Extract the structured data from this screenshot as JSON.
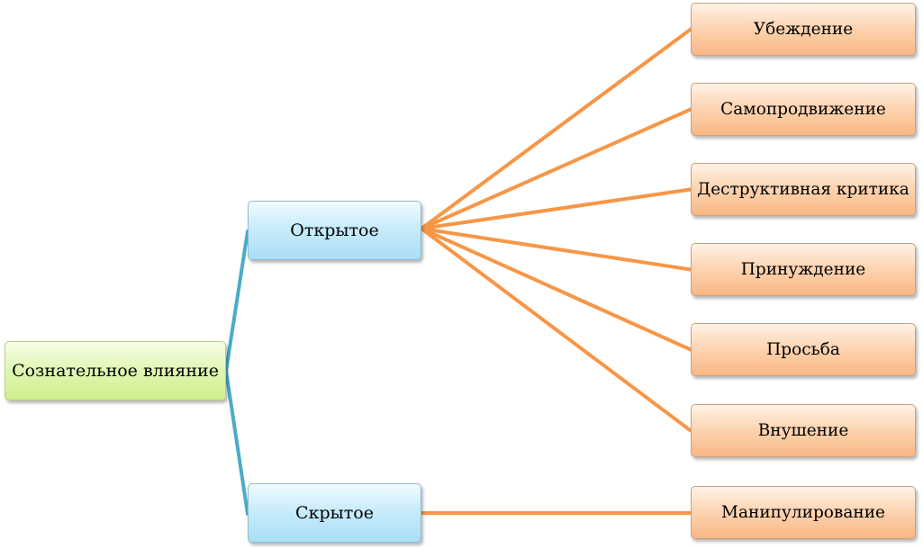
{
  "diagram": {
    "root": {
      "label": "Сознательное влияние"
    },
    "branches": [
      {
        "label": "Открытое",
        "children": [
          "Убеждение",
          "Самопродвижение",
          "Деструктивная критика",
          "Принуждение",
          "Просьба",
          "Внушение"
        ]
      },
      {
        "label": "Скрытое",
        "children": [
          "Манипулирование"
        ]
      }
    ]
  },
  "colors": {
    "root_fill": "#d9f4a6",
    "branch_fill": "#bfe8fa",
    "leaf_fill": "#fcc9a0",
    "root_connector": "#4bacc6",
    "leaf_connector": "#f79646"
  }
}
